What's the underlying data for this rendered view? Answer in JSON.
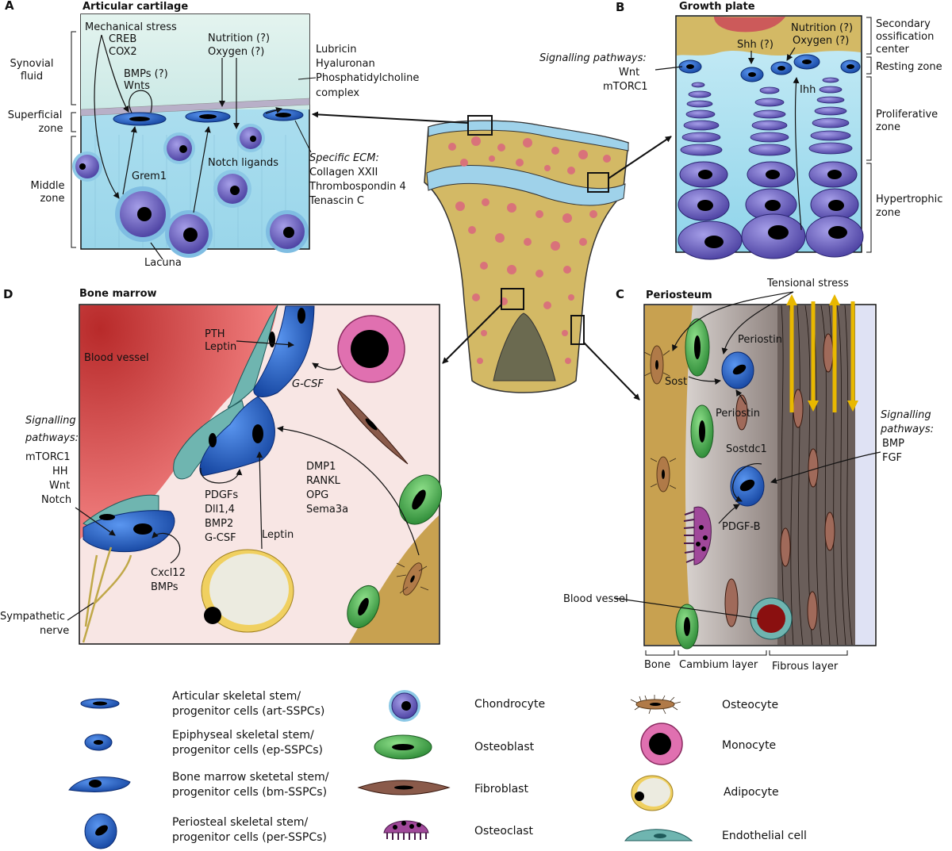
{
  "panelA": {
    "letter": "A",
    "title": "Articular cartilage",
    "mechanical_stress": "Mechanical stress",
    "creb": "CREB",
    "cox2": "COX2",
    "nutrition": "Nutrition (?)",
    "oxygen": "Oxygen (?)",
    "bmps": "BMPs (?)",
    "wnts": "Wnts",
    "grem1": "Grem1",
    "notch_ligands": "Notch ligands",
    "lacuna": "Lacuna",
    "synovial": [
      "Synovial",
      "fluid"
    ],
    "superficial": [
      "Superficial",
      "zone"
    ],
    "middle": [
      "Middle",
      "zone"
    ],
    "lubricin": [
      "Lubricin",
      "Hyaluronan",
      "Phosphatidylcholine",
      "complex"
    ],
    "specific_ecm": "Specific ECM:",
    "ecm_items": [
      "Collagen XXII",
      "Thrombospondin 4",
      "Tenascin C"
    ]
  },
  "panelB": {
    "letter": "B",
    "title": "Growth plate",
    "shh": "Shh (?)",
    "nutrition": "Nutrition (?)",
    "oxygen": "Oxygen (?)",
    "signalling": "Signalling pathways:",
    "wnt": "Wnt",
    "mtorc1": "mTORC1",
    "ihh": "Ihh",
    "secondary": [
      "Secondary",
      "ossification",
      "center"
    ],
    "resting": "Resting zone",
    "proliferative": [
      "Proliferative",
      "zone"
    ],
    "hypertrophic": [
      "Hypertrophic",
      "zone"
    ]
  },
  "panelC": {
    "letter": "C",
    "title": "Periosteum",
    "tensional": "Tensional stress",
    "periostin": "Periostin",
    "periostin2": "Periostin",
    "sost": "Sost",
    "sostdc1": "Sostdc1",
    "pdgfb": "PDGF-B",
    "blood_vessel": "Blood vessel",
    "signalling": [
      "Signalling",
      "pathways:"
    ],
    "signals": [
      "BMP",
      "FGF"
    ],
    "bone": "Bone",
    "cambium": "Cambium layer",
    "fibrous": "Fibrous layer"
  },
  "panelD": {
    "letter": "D",
    "title": "Bone marrow",
    "blood_vessel": "Blood vessel",
    "pth": "PTH",
    "leptin": "Leptin",
    "gcsf": "G-CSF",
    "signalling": [
      "Signalling",
      "pathways:"
    ],
    "pathways": [
      "mTORC1",
      "HH",
      "Wnt",
      "Notch"
    ],
    "pdgfs": [
      "PDGFs",
      "Dll1,4",
      "BMP2",
      "G-CSF"
    ],
    "leptin2": "Leptin",
    "dmp1": [
      "DMP1",
      "RANKL",
      "OPG",
      "Sema3a"
    ],
    "cxcl12": [
      "Cxcl12",
      "BMPs"
    ],
    "sympathetic": [
      "Sympathetic",
      "nerve"
    ]
  },
  "legend": {
    "art": [
      "Articular skeletal stem/",
      "progenitor cells (art-SSPCs)"
    ],
    "ep": [
      "Epiphyseal skeletal stem/",
      "progenitor cells (ep-SSPCs)"
    ],
    "bm": [
      "Bone marrow sketetal stem/",
      "progenitor cells (bm-SSPCs)"
    ],
    "per": [
      "Periosteal skeletal stem/",
      "progenitor cells (per-SSPCs)"
    ],
    "chondrocyte": "Chondrocyte",
    "osteoblast": "Osteoblast",
    "fibroblast": "Fibroblast",
    "osteoclast": "Osteoclast",
    "osteocyte": "Osteocyte",
    "monocyte": "Monocyte",
    "adipocyte": "Adipocyte",
    "endothelial": "Endothelial cell"
  },
  "colors": {
    "ssp_blue": "#1e5cc0",
    "chondrocyte": "#6a63c0",
    "osteoblast": "#3fa84a",
    "fibroblast": "#8a5a4a",
    "osteoclast": "#a0489a",
    "monocyte": "#e070b0",
    "adipocyte_ring": "#f0d060",
    "endothelial": "#4a9a9a",
    "bone": "#cdb360",
    "cartilage": "#a8daf0",
    "vessel": "#ee6a6a",
    "tension_arrow": "#e8b800"
  }
}
